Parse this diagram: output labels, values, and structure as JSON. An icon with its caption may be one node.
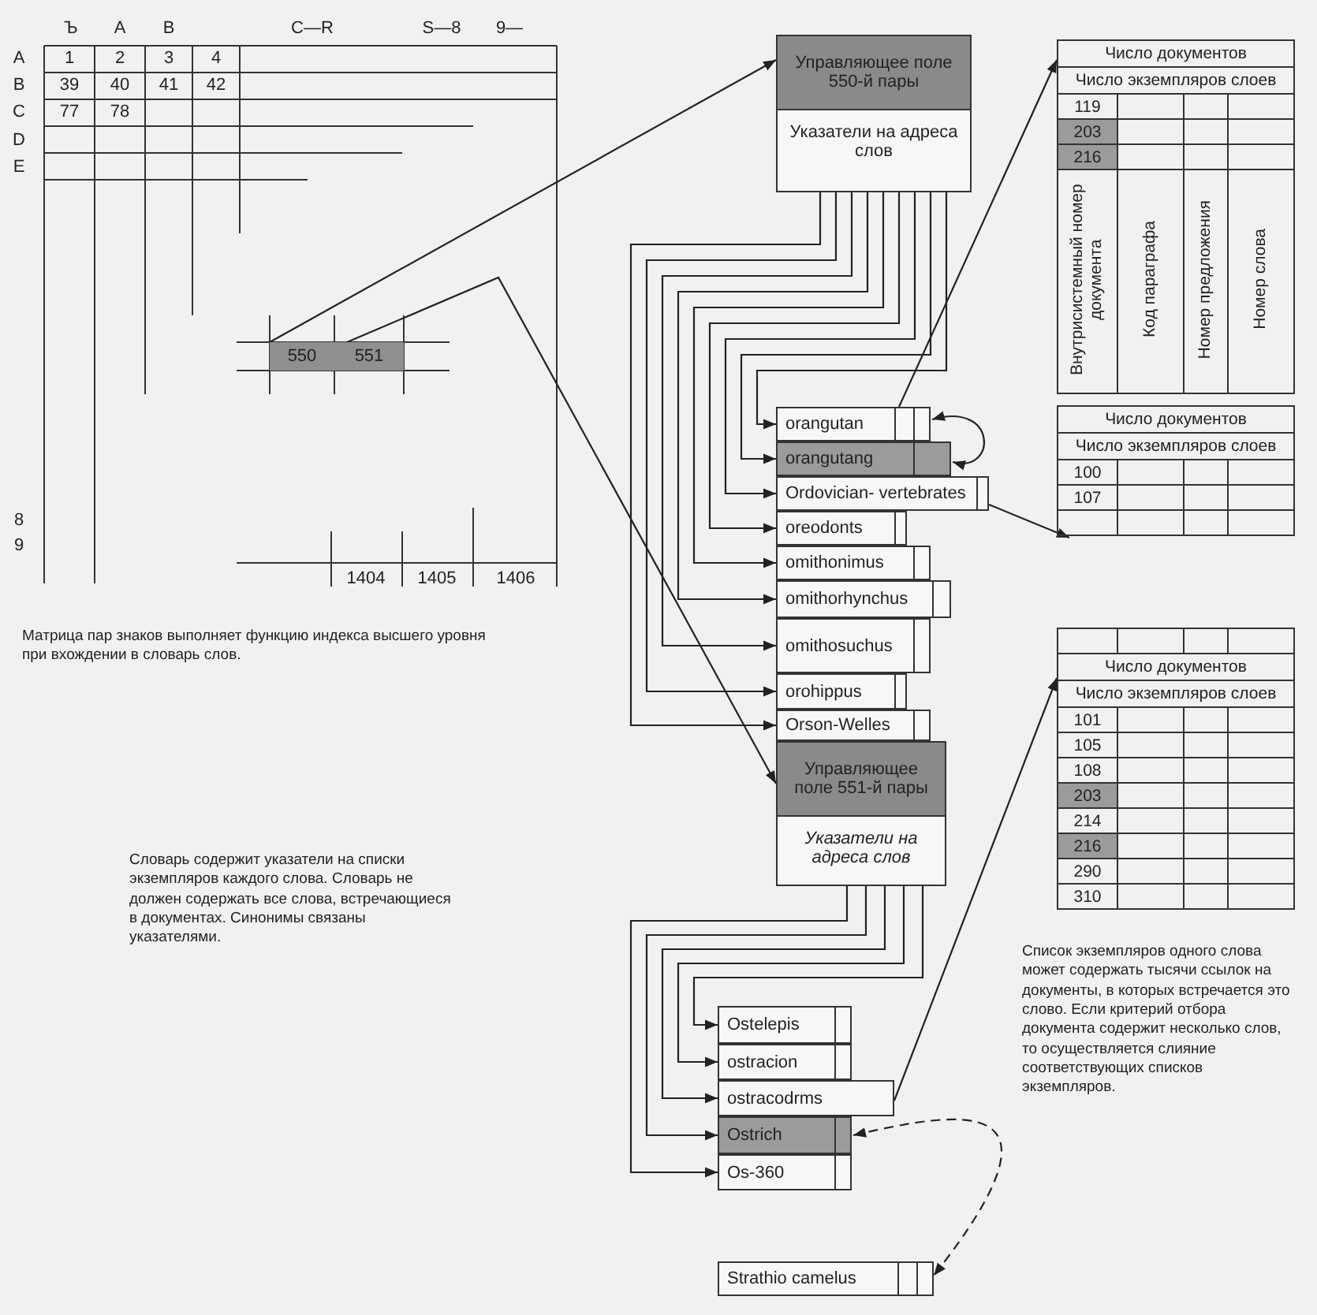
{
  "diagram": {
    "nodes": [
      {
        "text": [
          "550"
        ]
      },
      {
        "text": [
          "551"
        ]
      },
      {
        "text": [
          "Управляющее поле 550-й пары",
          "Указатели на адреса слов"
        ]
      },
      {
        "text": [
          "orangutan"
        ]
      },
      {
        "text": [
          "orangutang"
        ]
      },
      {
        "text": [
          "Ordovician- vertebrates"
        ]
      },
      {
        "text": [
          "oreodonts"
        ]
      },
      {
        "text": [
          "omithonimus"
        ]
      },
      {
        "text": [
          "omithorhynchus"
        ]
      },
      {
        "text": [
          "omithosuchus"
        ]
      },
      {
        "text": [
          "orohippus"
        ]
      },
      {
        "text": [
          "Orson-Welles"
        ]
      },
      {
        "text": [
          "Управляющее поле 551-й пары",
          "Указатели на адреса слов"
        ]
      },
      {
        "text": [
          "Ostelepis"
        ]
      },
      {
        "text": [
          "ostracion"
        ]
      },
      {
        "text": [
          "ostracodrms"
        ]
      },
      {
        "text": [
          "Ostrich"
        ]
      },
      {
        "text": [
          "Os-360"
        ]
      },
      {
        "text": [
          "Strathio camelus"
        ]
      },
      {
        "text": [
          "Число документов",
          "Число экземпляров слоев",
          "119",
          "203",
          "216",
          "Внутрисистемный номер документа",
          "Код параграфа",
          "Номер предложения",
          "Номер слова"
        ]
      },
      {
        "text": [
          "Число документов",
          "Число экземпляров слоев",
          "100",
          "107"
        ]
      },
      {
        "text": [
          "Число документов",
          "Число экземпляров слоев",
          "101",
          "105",
          "108",
          "203",
          "214",
          "216",
          "290",
          "310"
        ]
      }
    ],
    "edges": [
      {
        "from": 0,
        "to": 2,
        "arrow": "to"
      },
      {
        "from": 1,
        "to": 12,
        "arrow": "to"
      },
      {
        "from": 2,
        "to": 3,
        "arrow": "to"
      },
      {
        "from": 2,
        "to": 4,
        "arrow": "to"
      },
      {
        "from": 2,
        "to": 5,
        "arrow": "to"
      },
      {
        "from": 2,
        "to": 6,
        "arrow": "to"
      },
      {
        "from": 2,
        "to": 7,
        "arrow": "to"
      },
      {
        "from": 2,
        "to": 8,
        "arrow": "to"
      },
      {
        "from": 2,
        "to": 9,
        "arrow": "to"
      },
      {
        "from": 2,
        "to": 10,
        "arrow": "to"
      },
      {
        "from": 2,
        "to": 11,
        "arrow": "to"
      },
      {
        "from": 12,
        "to": 13,
        "arrow": "to"
      },
      {
        "from": 12,
        "to": 14,
        "arrow": "to"
      },
      {
        "from": 12,
        "to": 15,
        "arrow": "to"
      },
      {
        "from": 12,
        "to": 16,
        "arrow": "to"
      },
      {
        "from": 12,
        "to": 17,
        "arrow": "to"
      },
      {
        "from": 3,
        "to": 19,
        "arrow": "to"
      },
      {
        "from": 3,
        "to": 4,
        "arrow": "both"
      },
      {
        "from": 5,
        "to": 20,
        "arrow": "to"
      },
      {
        "from": 15,
        "to": 21,
        "arrow": "to"
      },
      {
        "from": 16,
        "to": 18,
        "arrow": "both",
        "style": "dashed"
      }
    ],
    "labels": [
      "Ъ",
      "A",
      "B",
      "C—R",
      "S—8",
      "9—",
      "A",
      "1",
      "2",
      "3",
      "4",
      "B",
      "39",
      "40",
      "41",
      "42",
      "C",
      "77",
      "78",
      "D",
      "E",
      "8",
      "9",
      "1404",
      "1405",
      "1406",
      "Матрица пар знаков выполняет функцию индекса высшего уровня при вхождении в словарь слов.",
      "Словарь содержит указатели на списки экземпляров каждого слова. Словарь не должен содержать все слова, встречающиеся в документах. Синонимы связаны указателями.",
      "Список экземпляров одного слова может содержать тысячи ссылок на документы, в которых встречается это слово. Если критерий отбора документа содержит несколько слов, то осуществляется слияние соответствующих списков экземпляров."
    ]
  }
}
